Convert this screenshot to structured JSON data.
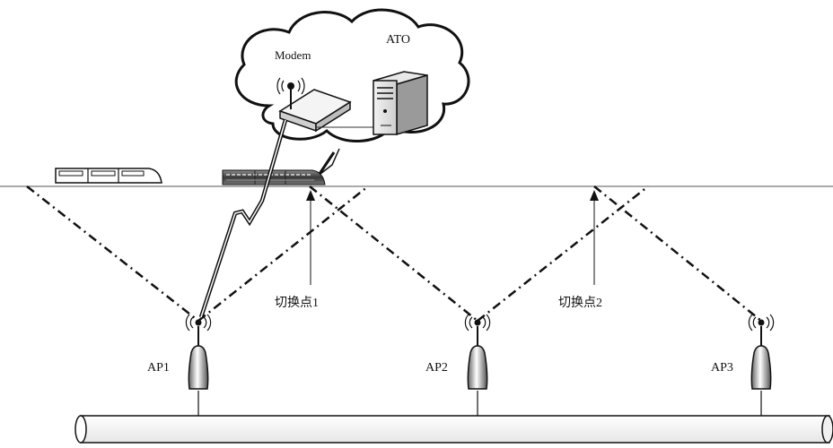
{
  "cloud": {
    "modem_label": "Modem",
    "ato_label": "ATO"
  },
  "switch_points": [
    {
      "label": "切换点1"
    },
    {
      "label": "切换点2"
    }
  ],
  "access_points": [
    {
      "label": "AP1"
    },
    {
      "label": "AP2"
    },
    {
      "label": "AP3"
    }
  ]
}
